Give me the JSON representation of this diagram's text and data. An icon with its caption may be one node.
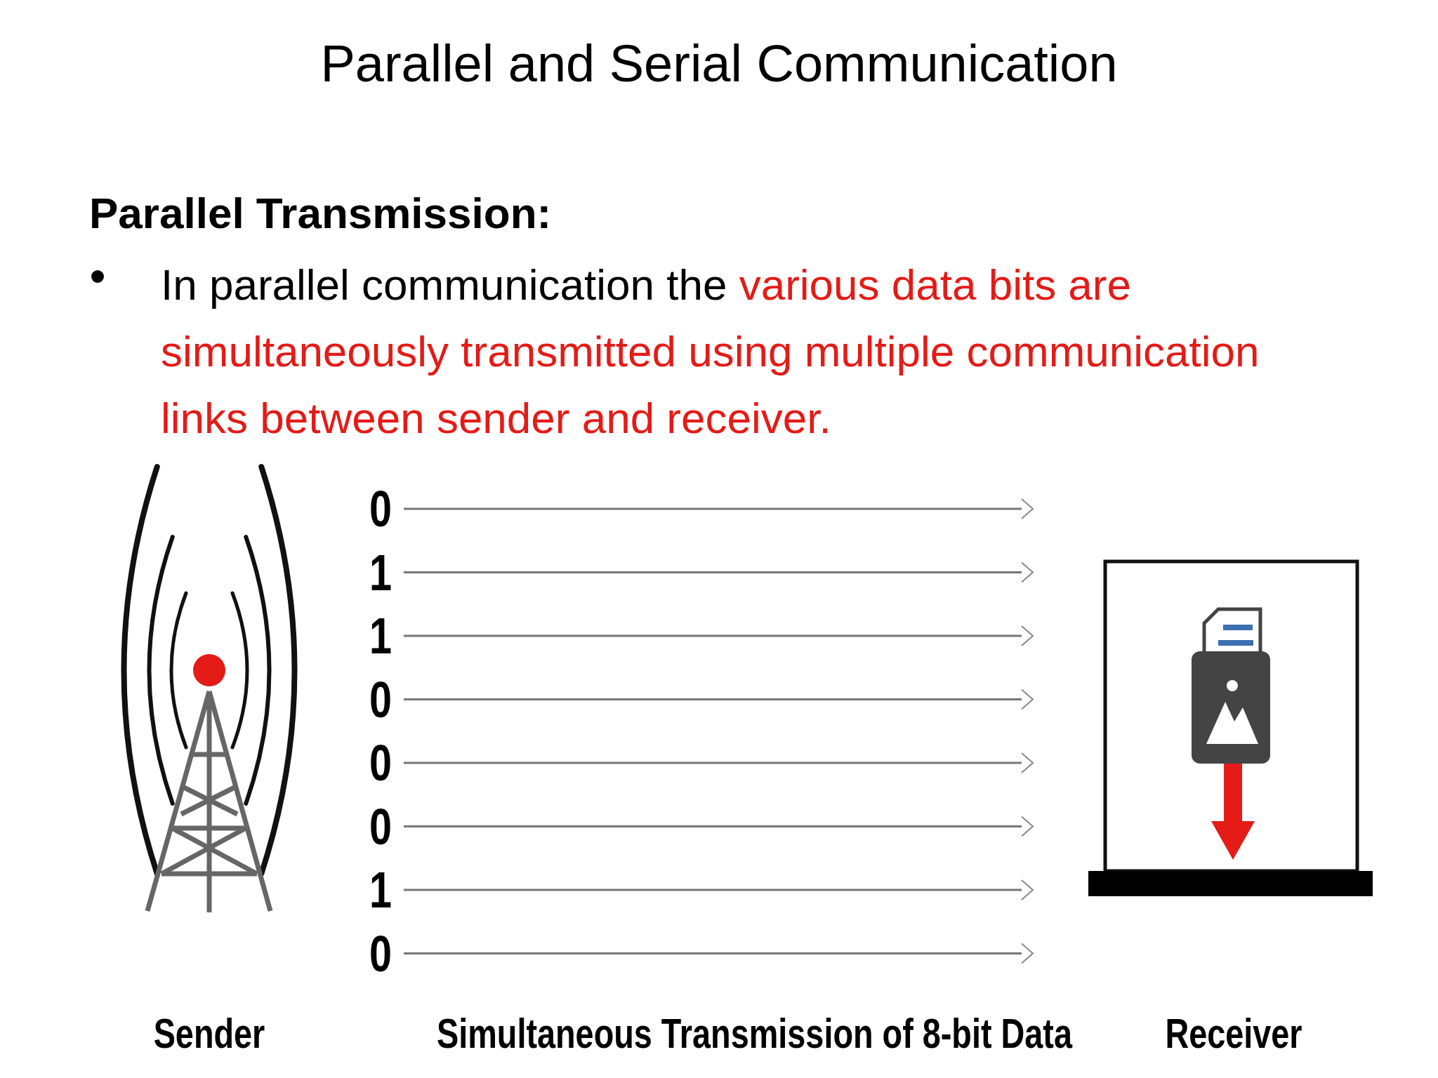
{
  "diagram": {
    "title": "Parallel and Serial Communication",
    "nodes": [
      {
        "text": [
          "0"
        ]
      },
      {
        "text": [
          "1"
        ]
      },
      {
        "text": [
          "1"
        ]
      },
      {
        "text": [
          "0"
        ]
      },
      {
        "text": [
          "0"
        ]
      },
      {
        "text": [
          "0"
        ]
      },
      {
        "text": [
          "1"
        ]
      },
      {
        "text": [
          "0"
        ]
      }
    ],
    "edges": [
      {
        "from": 0,
        "to": null,
        "arrow": "to"
      },
      {
        "from": 1,
        "to": null,
        "arrow": "to"
      },
      {
        "from": 2,
        "to": null,
        "arrow": "to"
      },
      {
        "from": 3,
        "to": null,
        "arrow": "to"
      },
      {
        "from": 4,
        "to": null,
        "arrow": "to"
      },
      {
        "from": 5,
        "to": null,
        "arrow": "to"
      },
      {
        "from": 6,
        "to": null,
        "arrow": "to"
      },
      {
        "from": 7,
        "to": null,
        "arrow": "to"
      }
    ],
    "labels": [
      "Parallel Transmission:",
      "In parallel communication the",
      "various data bits are simultaneously transmitted using multiple communication links between sender and receiver.",
      "Sender",
      "Simultaneous Transmission of 8-bit Data",
      "Receiver"
    ]
  }
}
